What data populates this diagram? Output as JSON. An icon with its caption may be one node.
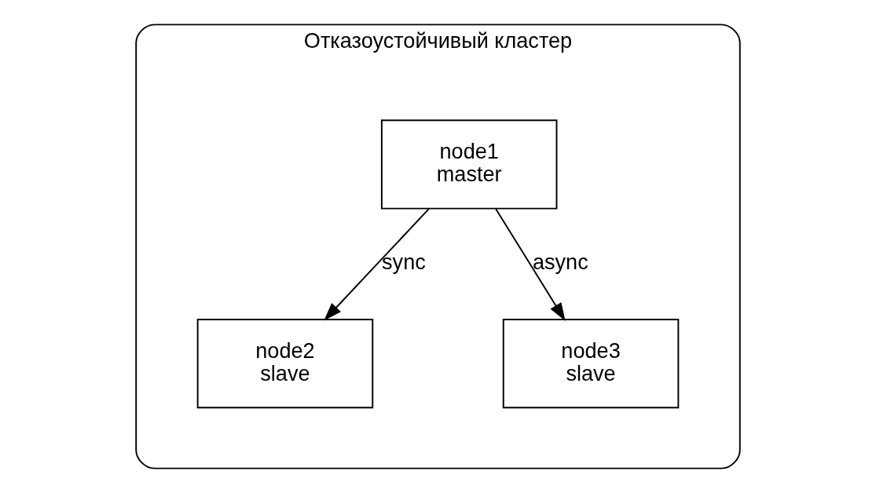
{
  "diagram": {
    "nodes": [
      {
        "text": [
          "Отказоустойчивый кластер"
        ]
      },
      {
        "text": [
          "node1",
          "master"
        ],
        "in": 0
      },
      {
        "text": [
          "node2",
          "slave"
        ],
        "in": 0
      },
      {
        "text": [
          "node3",
          "slave"
        ],
        "in": 0
      }
    ],
    "edges": [
      {
        "from": 1,
        "to": 2,
        "arrow": "to",
        "label": "sync"
      },
      {
        "from": 1,
        "to": 3,
        "arrow": "to",
        "label": "async"
      }
    ]
  }
}
